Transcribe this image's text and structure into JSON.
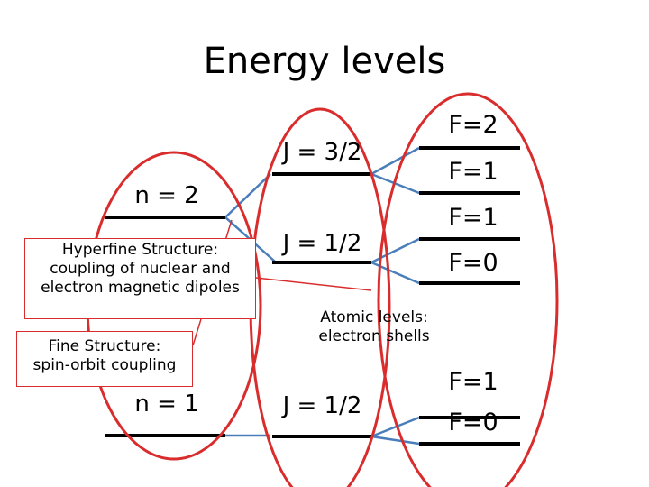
{
  "title": "Energy levels",
  "levels": {
    "n2": "n = 2",
    "n1": "n = 1",
    "j32": "J = 3/2",
    "j12_upper": "J = 1/2",
    "j12_lower": "J = 1/2",
    "f_upper": [
      "F=2",
      "F=1",
      "F=1",
      "F=0"
    ],
    "f_lower": [
      "F=1",
      "F=0"
    ]
  },
  "notes": {
    "hyperfine": [
      "Hyperfine Structure:",
      "coupling of nuclear and",
      "electron magnetic dipoles"
    ],
    "fine": [
      "Fine Structure:",
      "spin-orbit coupling"
    ],
    "atomic": [
      "Atomic levels:",
      "electron shells"
    ]
  },
  "colors": {
    "level_line": "#000000",
    "connector": "#4a7ebb",
    "ellipse": "#d92d2d",
    "callout": "#d92d2d"
  }
}
